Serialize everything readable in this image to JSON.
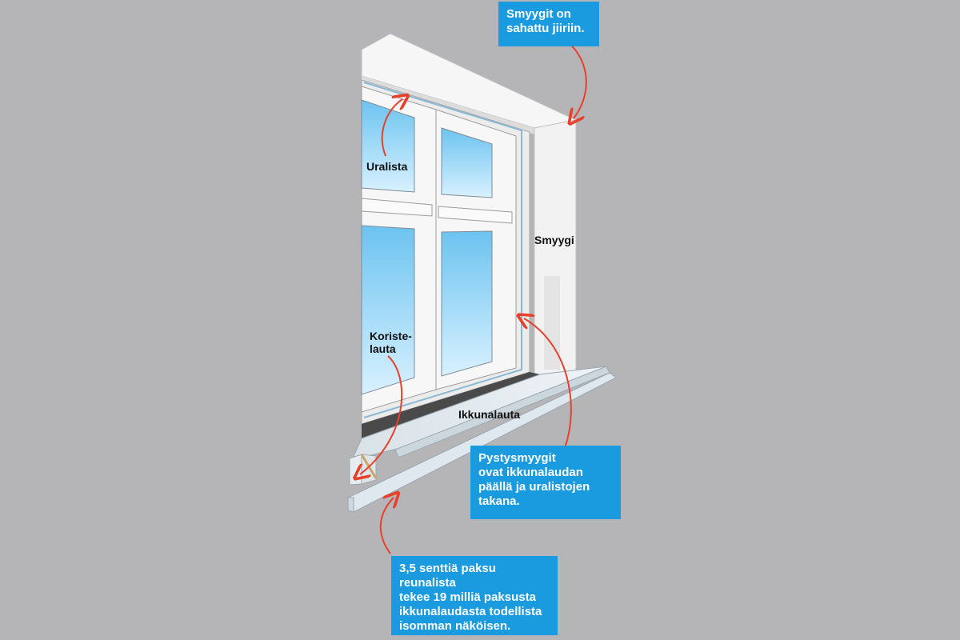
{
  "callouts": {
    "mitred": {
      "lines": [
        "Smyygit on",
        "sahattu jiiriin."
      ]
    },
    "vertical": {
      "lines": [
        "Pystysmyygit",
        "ovat ikkunalaudan",
        "päällä ja uralistojen",
        "takana."
      ]
    },
    "edge": {
      "lines": [
        "3,5 senttiä paksu reunalista",
        "tekee 19 milliä paksusta",
        "ikkunalaudasta todellista",
        "isomman näköisen."
      ]
    }
  },
  "labels": {
    "uralista": "Uralista",
    "smyygi": "Smyygi",
    "koristelauta": [
      "Koriste-",
      "lauta"
    ],
    "ikkunalauta": "Ikkunalauta"
  },
  "colors": {
    "background": "#b5b5b8",
    "callout": "#1a9be0",
    "arrow": "#e8402a",
    "glass": "#8fd0f2"
  }
}
